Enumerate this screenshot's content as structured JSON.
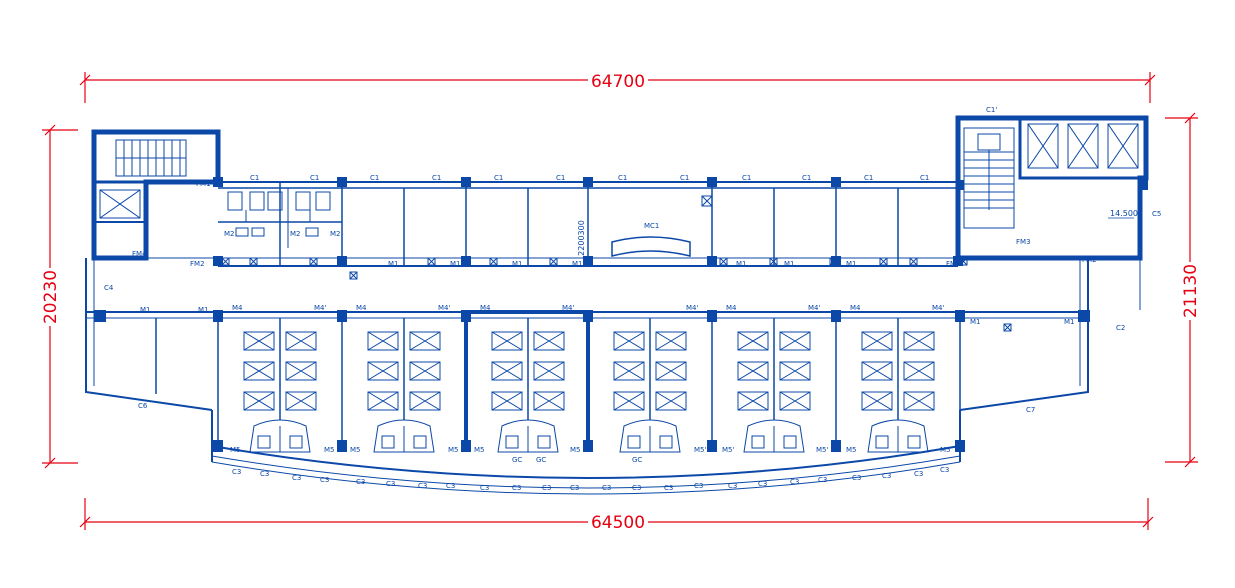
{
  "colors": {
    "dimension": "#e60012",
    "wall": "#0b48a8",
    "background": "#ffffff"
  },
  "dimensions": {
    "top": "64700",
    "bottom": "64500",
    "left": "20230",
    "right": "21130",
    "mid": "2200300"
  },
  "elevation": "14.500",
  "labels": {
    "C1": "C1",
    "C1p": "C1'",
    "C2": "C2",
    "C3": "C3",
    "C4": "C4",
    "C5": "C5",
    "C6": "C6",
    "C7": "C7",
    "GC": "GC",
    "MC1": "MC1",
    "M1": "M1",
    "M2": "M2",
    "M4": "M4",
    "M4p": "M4'",
    "M5": "M5",
    "M5p": "M5'",
    "FM1": "FM1",
    "FM2": "FM2",
    "FM3": "FM3",
    "FM4": "FM4"
  }
}
